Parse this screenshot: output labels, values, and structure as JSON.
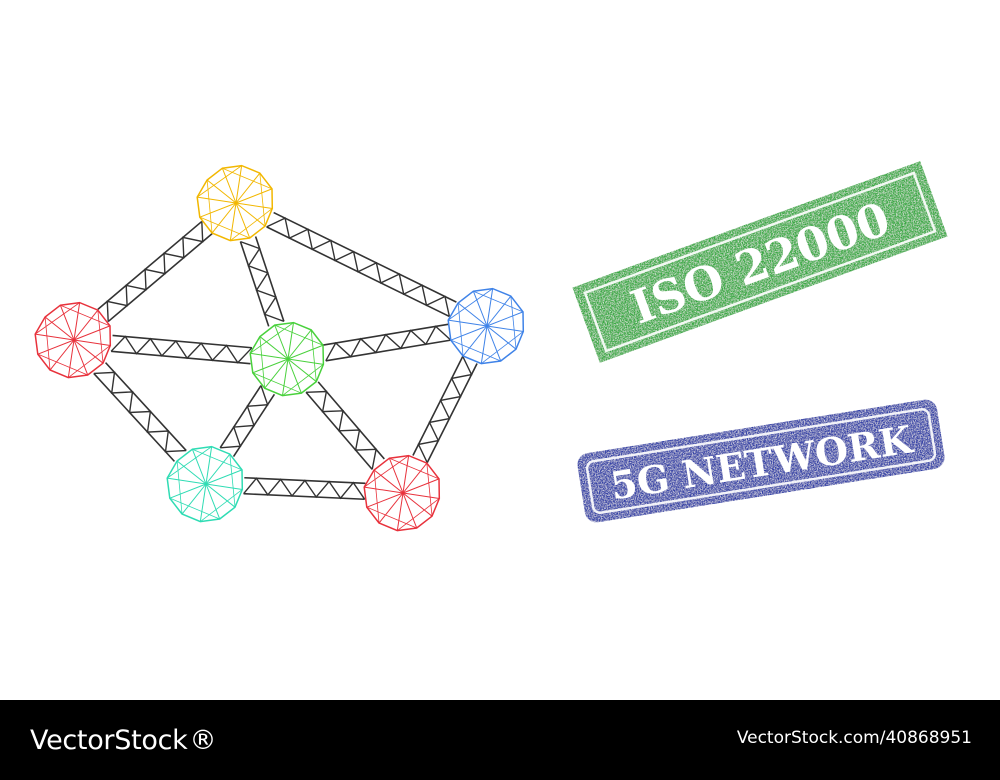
{
  "illustration": {
    "icon_name": "network-mesh-icon",
    "node_colors": {
      "top": "#f2b700",
      "left": "#e8323c",
      "center": "#49d13c",
      "right": "#3f83e8",
      "bottom_left": "#2fdcb4",
      "bottom_right": "#e8323c"
    },
    "link_color": "#333333"
  },
  "stamps": [
    {
      "text": "ISO 22000",
      "color": "#2ea83a",
      "shape": "rectangle"
    },
    {
      "text": "5G NETWORK",
      "color": "#2a3aa6",
      "shape": "rounded-rectangle"
    }
  ],
  "footer": {
    "logo_text": "VectorStock",
    "logo_suffix": "®",
    "stock_id": "VectorStock.com/40868951"
  }
}
